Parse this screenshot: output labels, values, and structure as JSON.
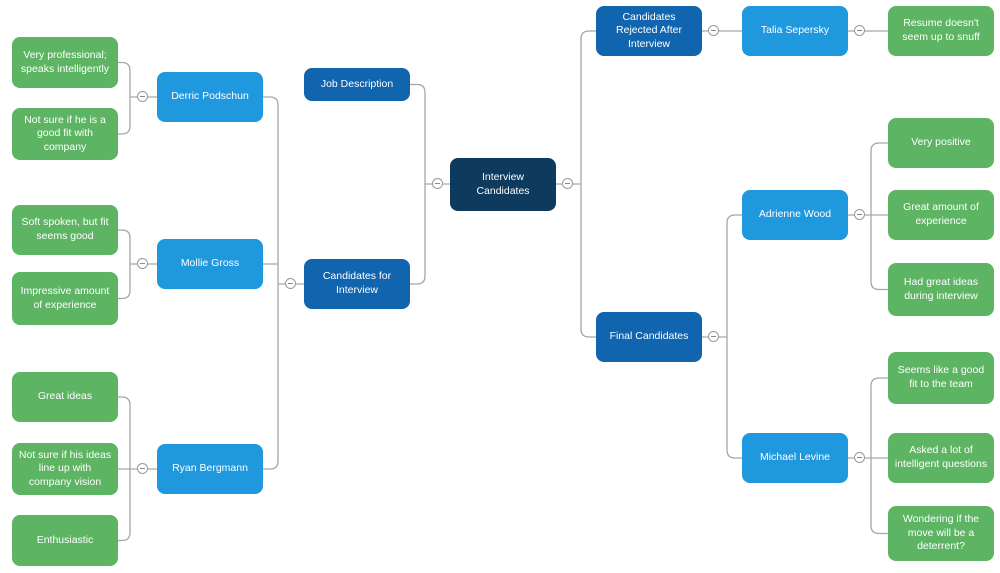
{
  "colors": {
    "background": "#ffffff",
    "root_node": "#0e3a5e",
    "branch_node": "#1164ae",
    "person_node": "#2098de",
    "note_node": "#5db463",
    "connector": "#a6a6a6",
    "toggle_border": "#999999",
    "node_text": "#ffffff"
  },
  "toggle": {
    "icon": "minus-icon",
    "state": "expanded"
  },
  "nodes": [
    {
      "id": "interview-candidates",
      "type": "root",
      "label": "Interview Candidates",
      "children": [
        "job-description",
        "candidates-for-interview",
        "candidates-rejected-after-interview",
        "final-candidates"
      ]
    },
    {
      "id": "job-description",
      "type": "branch",
      "label": "Job Description",
      "children": []
    },
    {
      "id": "candidates-for-interview",
      "type": "branch",
      "label": "Candidates for Interview",
      "children": [
        "derric-podschun",
        "mollie-gross",
        "ryan-bergmann"
      ]
    },
    {
      "id": "derric-podschun",
      "type": "person",
      "label": "Derric Podschun",
      "children": [
        "note-very-professional",
        "note-not-sure-fit"
      ]
    },
    {
      "id": "mollie-gross",
      "type": "person",
      "label": "Mollie Gross",
      "children": [
        "note-soft-spoken",
        "note-impressive-experience"
      ]
    },
    {
      "id": "ryan-bergmann",
      "type": "person",
      "label": "Ryan Bergmann",
      "children": [
        "note-great-ideas",
        "note-ideas-line-up",
        "note-enthusiastic"
      ]
    },
    {
      "id": "note-very-professional",
      "type": "note",
      "label": "Very professional; speaks intelligently",
      "children": []
    },
    {
      "id": "note-not-sure-fit",
      "type": "note",
      "label": "Not sure if he is a good fit with company",
      "children": []
    },
    {
      "id": "note-soft-spoken",
      "type": "note",
      "label": "Soft spoken, but fit seems good",
      "children": []
    },
    {
      "id": "note-impressive-experience",
      "type": "note",
      "label": "Impressive amount of experience",
      "children": []
    },
    {
      "id": "note-great-ideas",
      "type": "note",
      "label": "Great ideas",
      "children": []
    },
    {
      "id": "note-ideas-line-up",
      "type": "note",
      "label": "Not sure if his ideas line up with company vision",
      "children": []
    },
    {
      "id": "note-enthusiastic",
      "type": "note",
      "label": "Enthusiastic",
      "children": []
    },
    {
      "id": "candidates-rejected-after-interview",
      "type": "branch",
      "label": "Candidates Rejected After Interview",
      "children": [
        "talia-sepersky"
      ]
    },
    {
      "id": "talia-sepersky",
      "type": "person",
      "label": "Talia Sepersky",
      "children": [
        "note-resume"
      ]
    },
    {
      "id": "note-resume",
      "type": "note",
      "label": "Resume doesn't seem up to snuff",
      "children": []
    },
    {
      "id": "final-candidates",
      "type": "branch",
      "label": "Final Candidates",
      "children": [
        "adrienne-wood",
        "michael-levine"
      ]
    },
    {
      "id": "adrienne-wood",
      "type": "person",
      "label": "Adrienne Wood",
      "children": [
        "note-very-positive",
        "note-great-experience",
        "note-had-great-ideas"
      ]
    },
    {
      "id": "note-very-positive",
      "type": "note",
      "label": "Very positive",
      "children": []
    },
    {
      "id": "note-great-experience",
      "type": "note",
      "label": "Great amount of experience",
      "children": []
    },
    {
      "id": "note-had-great-ideas",
      "type": "note",
      "label": "Had great ideas during interview",
      "children": []
    },
    {
      "id": "michael-levine",
      "type": "person",
      "label": "Michael Levine",
      "children": [
        "note-good-fit-team",
        "note-intelligent-questions",
        "note-move-deterrent"
      ]
    },
    {
      "id": "note-good-fit-team",
      "type": "note",
      "label": "Seems like a good fit to the team",
      "children": []
    },
    {
      "id": "note-intelligent-questions",
      "type": "note",
      "label": "Asked a lot of intelligent questions",
      "children": []
    },
    {
      "id": "note-move-deterrent",
      "type": "note",
      "label": "Wondering if the move will be a deterrent?",
      "children": []
    }
  ]
}
